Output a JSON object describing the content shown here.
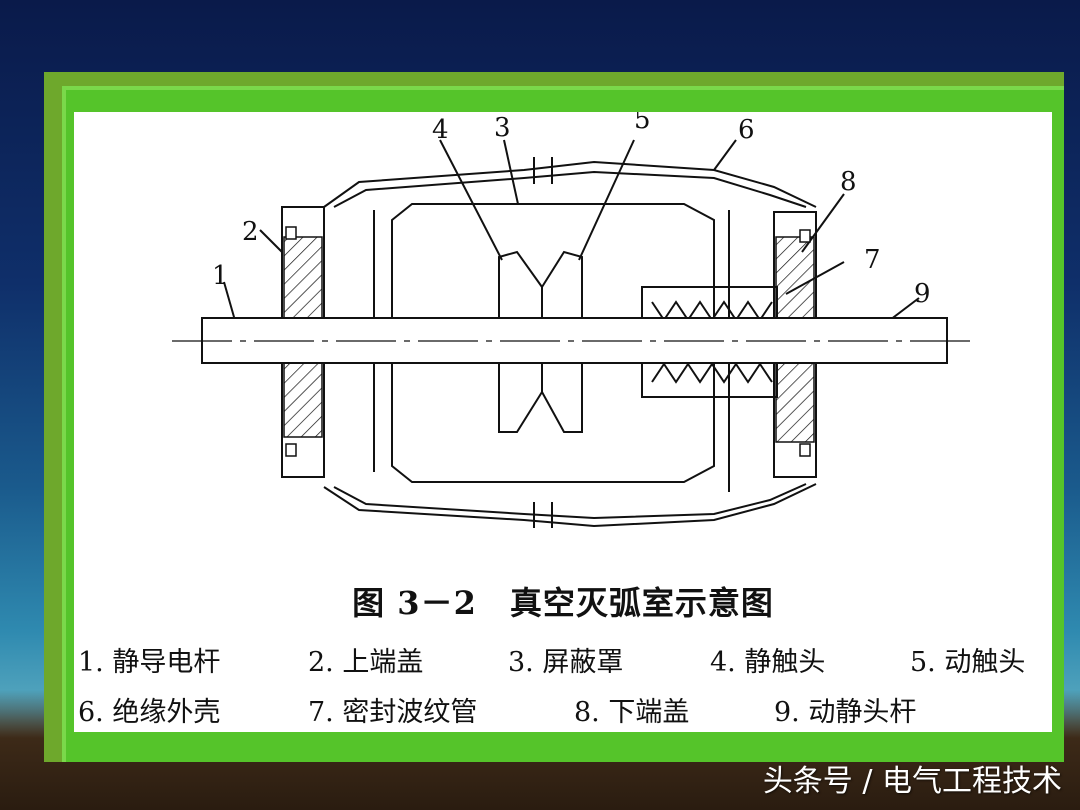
{
  "diagram": {
    "part_numbers": [
      "1",
      "2",
      "3",
      "4",
      "5",
      "6",
      "7",
      "8",
      "9"
    ],
    "caption": "图 3－2　真空灭弧室示意图",
    "legend": [
      "1. 静导电杆",
      "2. 上端盖",
      "3. 屏蔽罩",
      "4. 静触头",
      "5. 动触头",
      "6. 绝缘外壳",
      "7. 密封波纹管",
      "8. 下端盖",
      "9. 动静头杆"
    ]
  },
  "watermark": "头条号 / 电气工程技术",
  "colors": {
    "frame": "#55c42a",
    "panel": "#ffffff",
    "line": "#111111"
  }
}
